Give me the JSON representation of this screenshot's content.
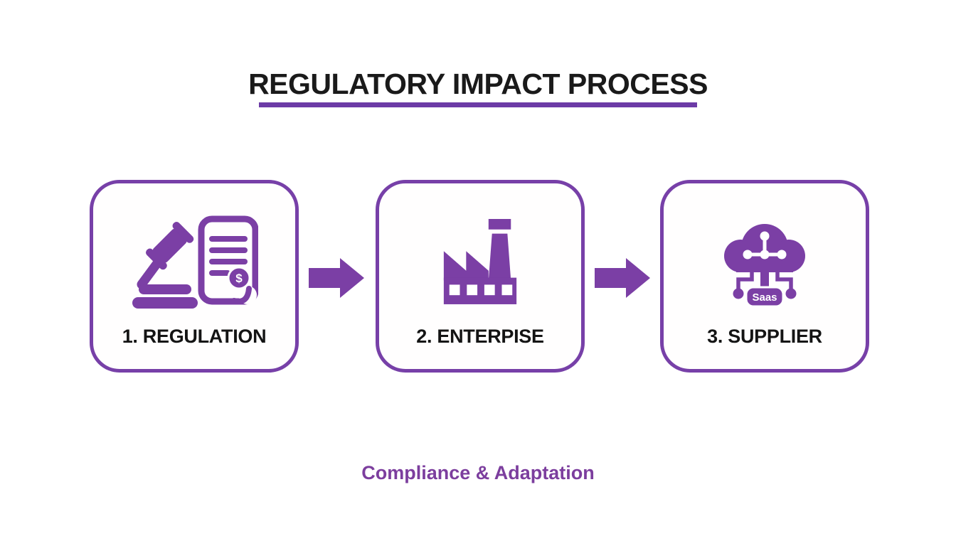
{
  "title": {
    "text": "REGULATORY IMPACT PROCESS",
    "color": "#1A1A1A",
    "underline_color": "#6C3BA6"
  },
  "colors": {
    "accent_border": "#7740A8",
    "icon_purple": "#7B3FA5",
    "footer_purple": "#7C3E9E",
    "background": "#FFFFFF"
  },
  "steps": [
    {
      "label": "1. REGULATION",
      "icon": "gavel-document-icon",
      "seal_symbol": "$"
    },
    {
      "label": "2. ENTERPISE",
      "icon": "factory-icon"
    },
    {
      "label": "3. SUPPLIER",
      "icon": "cloud-saas-icon",
      "badge": "Saas"
    }
  ],
  "footer": {
    "text": "Compliance & Adaptation"
  }
}
